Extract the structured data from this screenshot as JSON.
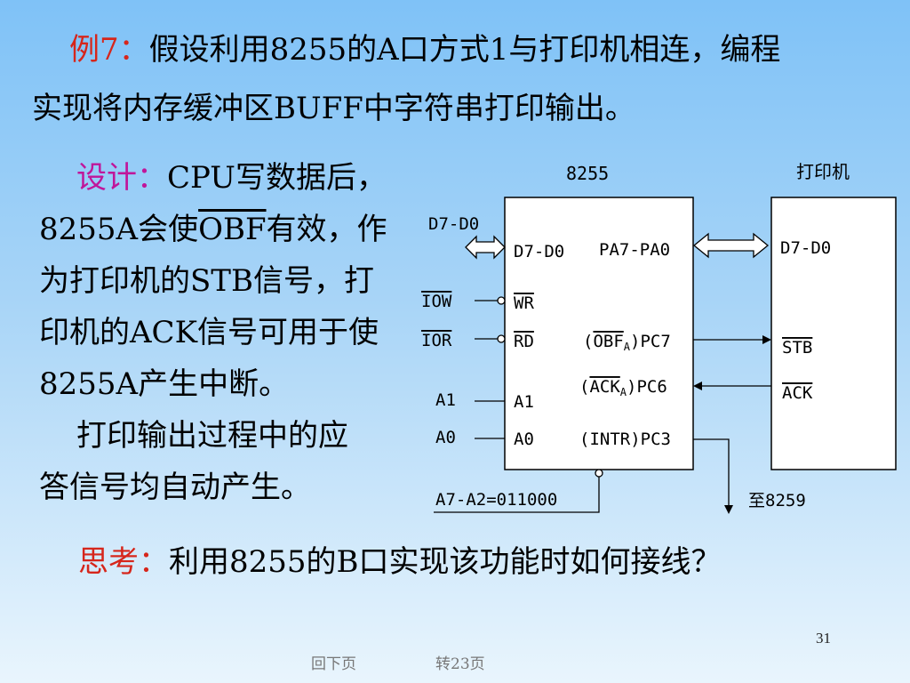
{
  "example": {
    "label": "例7：",
    "line1": "假设利用8255的A口方式1与打印机相连，编程",
    "line2": "实现将内存缓冲区BUFF中字符串打印输出。"
  },
  "design": {
    "label": "设计：",
    "l1": "CPU写数据后，",
    "l2_pre": "8255A会使",
    "l2_ovl": "OBF",
    "l2_post": "有效，作",
    "l3": "为打印机的STB信号，打",
    "l4": "印机的ACK信号可用于使",
    "l5": "8255A产生中断。",
    "l6": "打印输出过程中的应",
    "l7": "答信号均自动产生。"
  },
  "diagram": {
    "chip_title": "8255",
    "printer_title": "打印机",
    "bus_label": "D7-D0",
    "iow": "IOW",
    "ior": "IOR",
    "a1": "A1",
    "a0": "A0",
    "addr": "A7-A2=011000",
    "chip_d": "D7-D0",
    "chip_wr": "WR",
    "chip_rd": "RD",
    "chip_a1": "A1",
    "chip_a0": "A0",
    "pa": "PA7-PA0",
    "pc7_obf": "OBF",
    "pc7_sub": "A",
    "pc7_tail": ")PC7",
    "pc6_ack": "ACK",
    "pc6_sub": "A",
    "pc6_tail": ")PC6",
    "pc3": "(INTR)PC3",
    "paren": "(",
    "to8259": "至8259",
    "printer_d": "D7-D0",
    "printer_stb": "STB",
    "printer_ack": "ACK"
  },
  "think": {
    "label": "思考：",
    "text": "利用8255的B口实现该功能时如何接线？"
  },
  "page_number": "31",
  "nav": {
    "back": "回下页",
    "goto": "转23页"
  }
}
